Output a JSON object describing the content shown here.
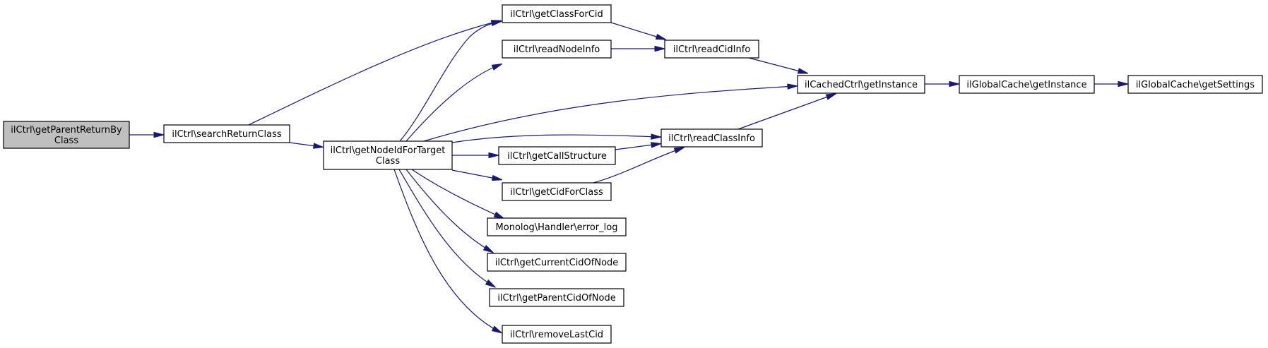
{
  "diagram": {
    "nodes": [
      {
        "id": "n0",
        "lines": [
          "ilCtrl\\getParentReturnBy",
          "Class"
        ],
        "highlight": true
      },
      {
        "id": "n1",
        "lines": [
          "ilCtrl\\searchReturnClass"
        ]
      },
      {
        "id": "n2",
        "lines": [
          "ilCtrl\\getNodeIdForTarget",
          "Class"
        ]
      },
      {
        "id": "n3",
        "lines": [
          "ilCtrl\\getClassForCid"
        ]
      },
      {
        "id": "n4",
        "lines": [
          "ilCtrl\\readNodeInfo"
        ]
      },
      {
        "id": "n5",
        "lines": [
          "ilCtrl\\getCallStructure"
        ]
      },
      {
        "id": "n6",
        "lines": [
          "ilCtrl\\getCidForClass"
        ]
      },
      {
        "id": "n7",
        "lines": [
          "Monolog\\Handler\\error_log"
        ]
      },
      {
        "id": "n8",
        "lines": [
          "ilCtrl\\getCurrentCidOfNode"
        ]
      },
      {
        "id": "n9",
        "lines": [
          "ilCtrl\\getParentCidOfNode"
        ]
      },
      {
        "id": "n10",
        "lines": [
          "ilCtrl\\removeLastCid"
        ]
      },
      {
        "id": "n11",
        "lines": [
          "ilCtrl\\readCidInfo"
        ]
      },
      {
        "id": "n12",
        "lines": [
          "ilCtrl\\readClassInfo"
        ]
      },
      {
        "id": "n13",
        "lines": [
          "ilCachedCtrl\\getInstance"
        ]
      },
      {
        "id": "n14",
        "lines": [
          "ilGlobalCache\\getInstance"
        ]
      },
      {
        "id": "n15",
        "lines": [
          "ilGlobalCache\\getSettings"
        ]
      }
    ],
    "edges": [
      {
        "from": "n0",
        "to": "n1"
      },
      {
        "from": "n1",
        "to": "n3"
      },
      {
        "from": "n1",
        "to": "n2"
      },
      {
        "from": "n2",
        "to": "n3"
      },
      {
        "from": "n2",
        "to": "n4"
      },
      {
        "from": "n2",
        "to": "n13"
      },
      {
        "from": "n2",
        "to": "n12"
      },
      {
        "from": "n2",
        "to": "n5"
      },
      {
        "from": "n2",
        "to": "n6"
      },
      {
        "from": "n2",
        "to": "n7"
      },
      {
        "from": "n2",
        "to": "n8"
      },
      {
        "from": "n2",
        "to": "n9"
      },
      {
        "from": "n2",
        "to": "n10"
      },
      {
        "from": "n3",
        "to": "n11"
      },
      {
        "from": "n4",
        "to": "n11"
      },
      {
        "from": "n11",
        "to": "n13"
      },
      {
        "from": "n12",
        "to": "n13"
      },
      {
        "from": "n5",
        "to": "n12"
      },
      {
        "from": "n6",
        "to": "n12"
      },
      {
        "from": "n13",
        "to": "n14"
      },
      {
        "from": "n14",
        "to": "n15"
      }
    ]
  }
}
